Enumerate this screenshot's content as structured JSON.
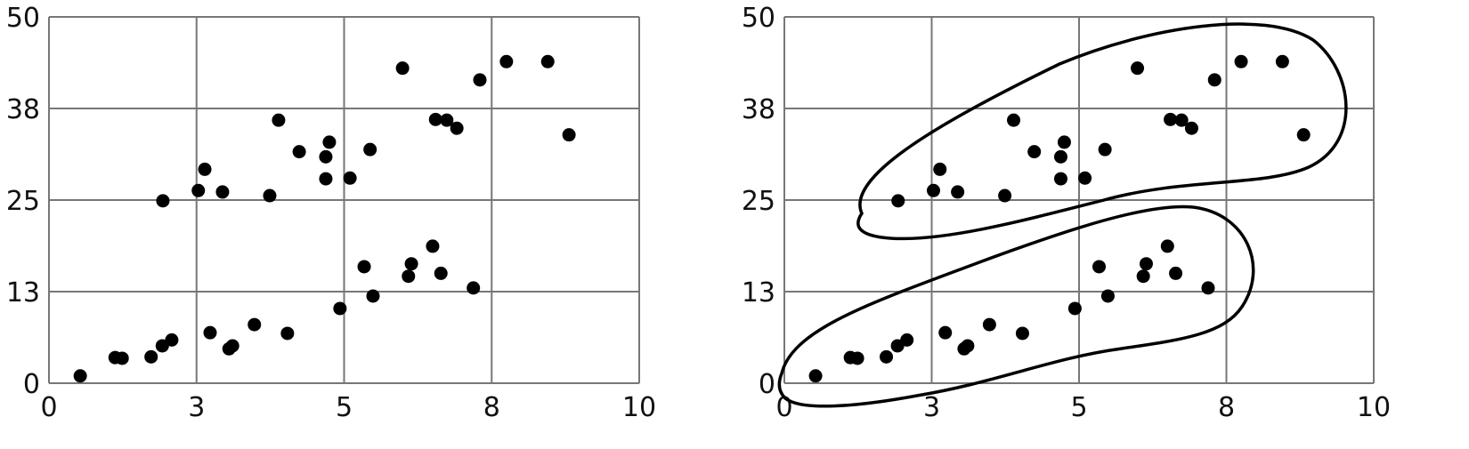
{
  "chart_data": [
    {
      "type": "scatter",
      "title": "",
      "xlabel": "",
      "ylabel": "",
      "xlim": [
        0,
        10
      ],
      "ylim": [
        0,
        50
      ],
      "grid": true,
      "x_ticks": [
        {
          "value": 0,
          "label": "0"
        },
        {
          "value": 2.5,
          "label": "3"
        },
        {
          "value": 5,
          "label": "5"
        },
        {
          "value": 7.5,
          "label": "8"
        },
        {
          "value": 10,
          "label": "10"
        }
      ],
      "y_ticks": [
        {
          "value": 0,
          "label": "0"
        },
        {
          "value": 12.5,
          "label": "13"
        },
        {
          "value": 25,
          "label": "25"
        },
        {
          "value": 37.5,
          "label": "38"
        },
        {
          "value": 50,
          "label": "50"
        }
      ],
      "point_color": "#000000",
      "points": [
        [
          0.53,
          1.0
        ],
        [
          1.12,
          3.5
        ],
        [
          1.24,
          3.4
        ],
        [
          1.73,
          3.6
        ],
        [
          1.92,
          5.1
        ],
        [
          2.08,
          5.9
        ],
        [
          1.93,
          24.9
        ],
        [
          2.53,
          26.3
        ],
        [
          2.64,
          29.2
        ],
        [
          2.94,
          26.1
        ],
        [
          2.73,
          6.9
        ],
        [
          3.05,
          4.7
        ],
        [
          3.11,
          5.1
        ],
        [
          3.48,
          8.0
        ],
        [
          3.74,
          25.6
        ],
        [
          3.89,
          35.9
        ],
        [
          4.04,
          6.8
        ],
        [
          4.24,
          31.6
        ],
        [
          4.69,
          30.9
        ],
        [
          4.75,
          32.9
        ],
        [
          4.69,
          27.9
        ],
        [
          5.1,
          28.0
        ],
        [
          4.93,
          10.2
        ],
        [
          5.34,
          15.9
        ],
        [
          5.44,
          31.9
        ],
        [
          5.49,
          11.9
        ],
        [
          5.99,
          43.0
        ],
        [
          6.09,
          14.6
        ],
        [
          6.14,
          16.3
        ],
        [
          6.5,
          18.7
        ],
        [
          6.55,
          36.0
        ],
        [
          6.64,
          15.0
        ],
        [
          6.74,
          35.9
        ],
        [
          6.91,
          34.8
        ],
        [
          7.19,
          13.0
        ],
        [
          7.3,
          41.4
        ],
        [
          7.75,
          43.9
        ],
        [
          8.45,
          43.9
        ],
        [
          8.81,
          33.9
        ]
      ]
    },
    {
      "type": "scatter",
      "title": "",
      "xlabel": "",
      "ylabel": "",
      "xlim": [
        0,
        10
      ],
      "ylim": [
        0,
        50
      ],
      "grid": true,
      "annotations": [
        "upper-cluster-loop",
        "lower-cluster-loop"
      ],
      "x_ticks": [
        {
          "value": 0,
          "label": "0"
        },
        {
          "value": 2.5,
          "label": "3"
        },
        {
          "value": 5,
          "label": "5"
        },
        {
          "value": 7.5,
          "label": "8"
        },
        {
          "value": 10,
          "label": "10"
        }
      ],
      "y_ticks": [
        {
          "value": 0,
          "label": "0"
        },
        {
          "value": 12.5,
          "label": "13"
        },
        {
          "value": 25,
          "label": "25"
        },
        {
          "value": 37.5,
          "label": "38"
        },
        {
          "value": 50,
          "label": "50"
        }
      ],
      "point_color": "#000000",
      "points": [
        [
          0.53,
          1.0
        ],
        [
          1.12,
          3.5
        ],
        [
          1.24,
          3.4
        ],
        [
          1.73,
          3.6
        ],
        [
          1.92,
          5.1
        ],
        [
          2.08,
          5.9
        ],
        [
          1.93,
          24.9
        ],
        [
          2.53,
          26.3
        ],
        [
          2.64,
          29.2
        ],
        [
          2.94,
          26.1
        ],
        [
          2.73,
          6.9
        ],
        [
          3.05,
          4.7
        ],
        [
          3.11,
          5.1
        ],
        [
          3.48,
          8.0
        ],
        [
          3.74,
          25.6
        ],
        [
          3.89,
          35.9
        ],
        [
          4.04,
          6.8
        ],
        [
          4.24,
          31.6
        ],
        [
          4.69,
          30.9
        ],
        [
          4.75,
          32.9
        ],
        [
          4.69,
          27.9
        ],
        [
          5.1,
          28.0
        ],
        [
          4.93,
          10.2
        ],
        [
          5.34,
          15.9
        ],
        [
          5.44,
          31.9
        ],
        [
          5.49,
          11.9
        ],
        [
          5.99,
          43.0
        ],
        [
          6.09,
          14.6
        ],
        [
          6.14,
          16.3
        ],
        [
          6.5,
          18.7
        ],
        [
          6.55,
          36.0
        ],
        [
          6.64,
          15.0
        ],
        [
          6.74,
          35.9
        ],
        [
          6.91,
          34.8
        ],
        [
          7.19,
          13.0
        ],
        [
          7.3,
          41.4
        ],
        [
          7.75,
          43.9
        ],
        [
          8.45,
          43.9
        ],
        [
          8.81,
          33.9
        ]
      ]
    }
  ]
}
